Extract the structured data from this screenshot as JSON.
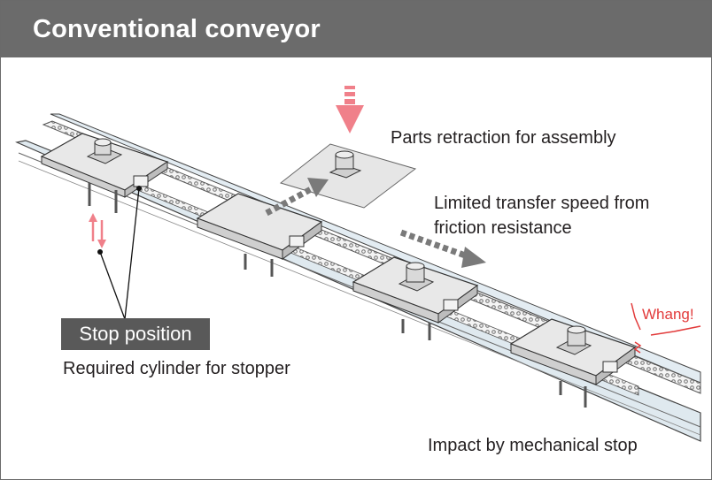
{
  "title": "Conventional conveyor",
  "labels": {
    "parts_retraction": "Parts retraction for assembly",
    "limited_speed_line1": "Limited transfer speed from",
    "limited_speed_line2": "friction resistance",
    "stop_position": "Stop position",
    "required_cylinder": "Required cylinder for stopper",
    "impact": "Impact by mechanical stop",
    "whang": "Whang!"
  },
  "colors": {
    "header": "#6b6b6b",
    "rail": "#dfe9ef",
    "arrow_pink": "#f0808a",
    "arrow_gray": "#7a7a7a",
    "accent_red": "#e23b3b"
  }
}
